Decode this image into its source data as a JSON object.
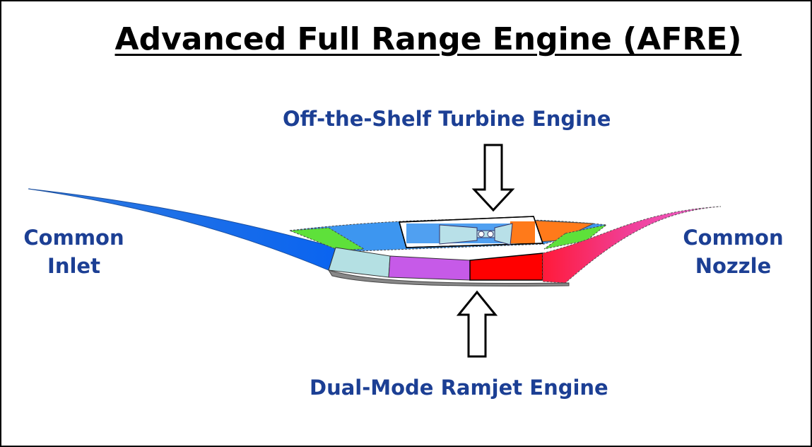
{
  "title": "Advanced Full Range Engine (AFRE)",
  "labels": {
    "turbine": "Off-the-Shelf  Turbine Engine",
    "ramjet": "Dual-Mode Ramjet Engine",
    "inlet_line1": "Common",
    "inlet_line2": "Inlet",
    "nozzle_line1": "Common",
    "nozzle_line2": "Nozzle"
  },
  "colors": {
    "label_text": "#1c3f94",
    "inlet_blue": "#1e6fe8",
    "duct_blue": "#3d96f0",
    "green": "#5ee13a",
    "light_cyan": "#b4e0e3",
    "purple": "#c65ae8",
    "red": "#ff0000",
    "orange": "#ff7a1a",
    "pink": "#ee55c8",
    "turbine_body": "#b8e0e8"
  },
  "icons": [
    "down-arrow-icon",
    "up-arrow-icon",
    "turbine-engine-icon"
  ]
}
